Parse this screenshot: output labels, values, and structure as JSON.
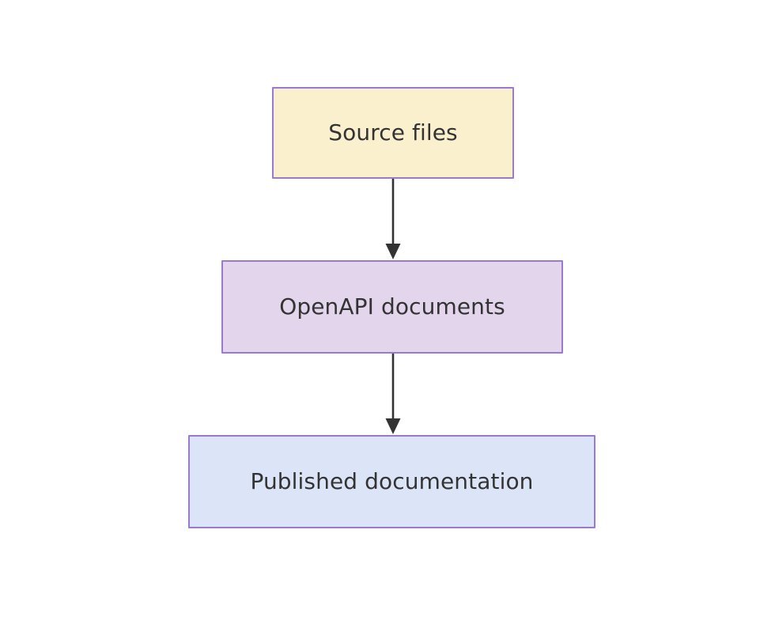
{
  "diagram": {
    "type": "flowchart",
    "direction": "top-to-bottom",
    "background_color": "#ffffff",
    "nodes": [
      {
        "id": "source-files",
        "label": "Source files",
        "fill_color": "#fbf0ce",
        "border_color": "#9a7ad1",
        "text_color": "#333333"
      },
      {
        "id": "openapi-documents",
        "label": "OpenAPI documents",
        "fill_color": "#e2d5ec",
        "border_color": "#9a7ad1",
        "text_color": "#333333"
      },
      {
        "id": "published-documentation",
        "label": "Published documentation",
        "fill_color": "#dce5f8",
        "border_color": "#9a7ad1",
        "text_color": "#333333"
      }
    ],
    "edges": [
      {
        "id": "edge-source-to-openapi",
        "from": "source-files",
        "to": "openapi-documents",
        "label": "",
        "color": "#333333",
        "arrowhead": "solid-triangle"
      },
      {
        "id": "edge-openapi-to-published",
        "from": "openapi-documents",
        "to": "published-documentation",
        "label": "",
        "color": "#333333",
        "arrowhead": "solid-triangle"
      }
    ]
  }
}
